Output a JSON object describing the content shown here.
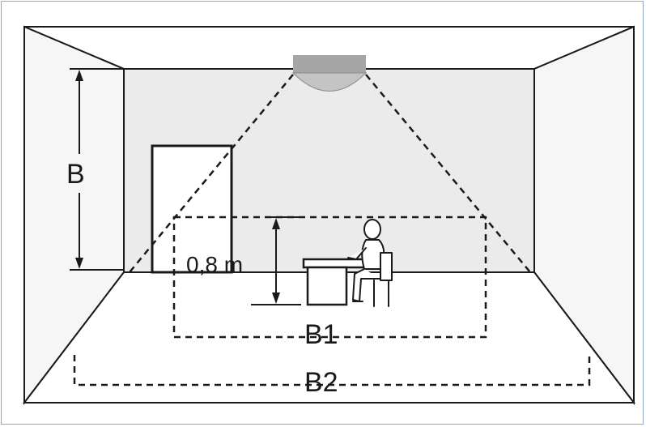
{
  "labels": {
    "height": "B",
    "work_height": "0,8 m",
    "zone_inner": "B1",
    "zone_outer": "B2"
  },
  "colors": {
    "wall_back": "#ebebeb",
    "wall_side": "#f6f6f6",
    "line": "#1a1a1a",
    "sensor": "#a6a6a6",
    "frame": "#8fa8c8"
  },
  "icons": [
    "ceiling-sensor-icon",
    "door-icon",
    "desk-icon",
    "seated-person-icon"
  ]
}
